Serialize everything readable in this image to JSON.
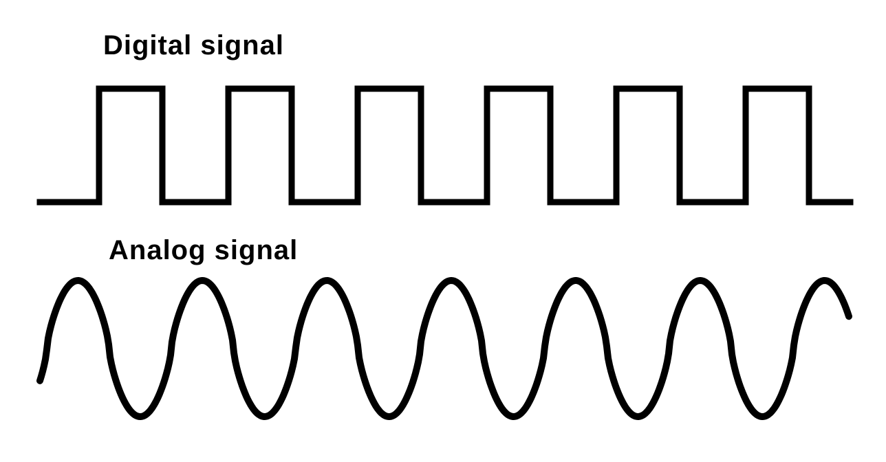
{
  "digital": {
    "label": "Digital signal",
    "stroke_color": "#000000",
    "pulse_count": 6
  },
  "analog": {
    "label": "Analog signal",
    "stroke_color": "#000000",
    "cycle_count": 6.5
  },
  "background_color": "#ffffff"
}
